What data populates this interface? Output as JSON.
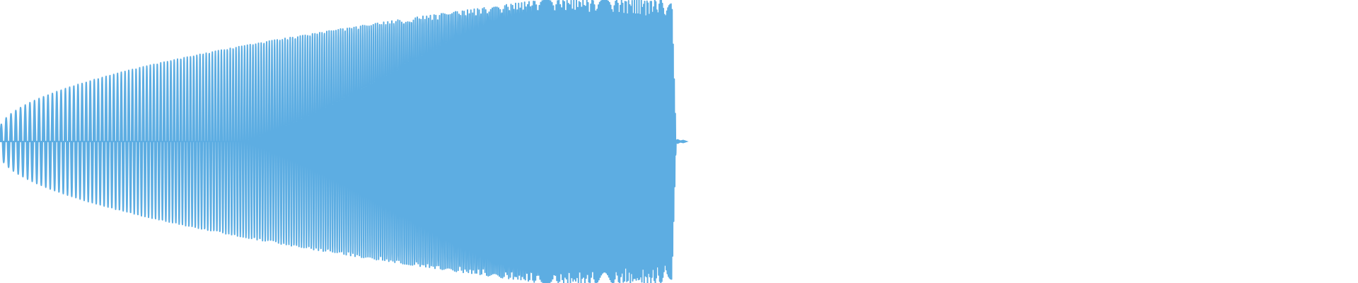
{
  "waveform": {
    "color": "#5dade2",
    "background": "#ffffff",
    "signal": "chirp",
    "amplitude_envelope": "rising",
    "frequency_trend": "decreasing",
    "trailing_region": "silence"
  }
}
